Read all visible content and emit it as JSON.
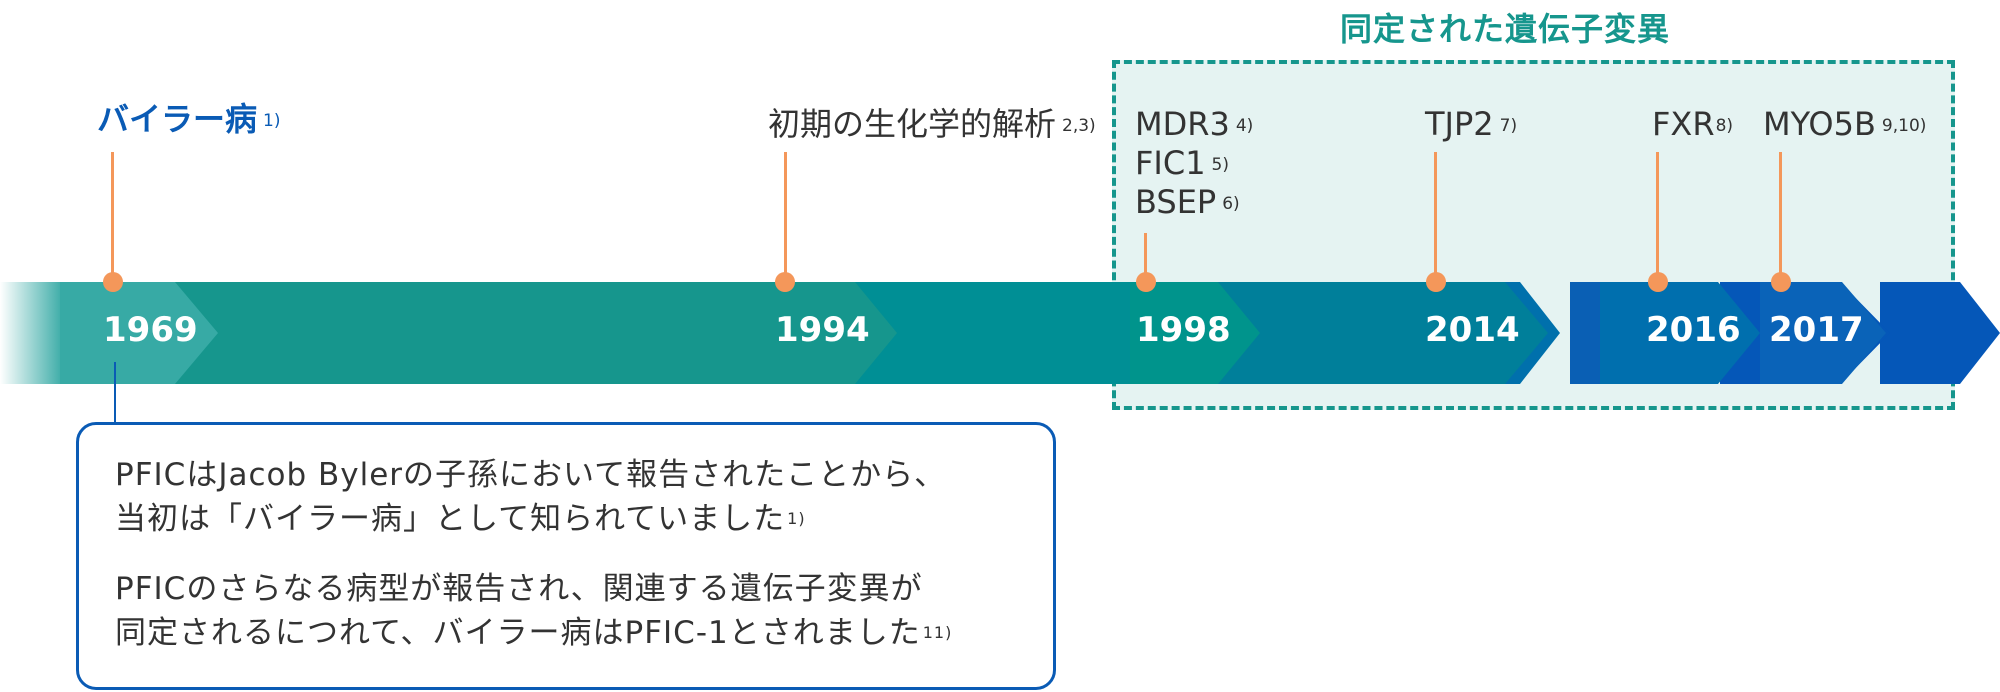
{
  "gene_section": {
    "title": "同定された遺伝子変異"
  },
  "milestones": [
    {
      "year": "1969",
      "label": "バイラー病",
      "ref": "1)"
    },
    {
      "year": "1994",
      "label": "初期の生化学的解析",
      "ref": "2,3)"
    },
    {
      "year": "1998",
      "genes": [
        {
          "label": "MDR3",
          "ref": "4)"
        },
        {
          "label": "FIC1",
          "ref": "5)"
        },
        {
          "label": "BSEP",
          "ref": "6)"
        }
      ]
    },
    {
      "year": "2014",
      "label": "TJP2",
      "ref": "7)"
    },
    {
      "year": "2016",
      "label": "FXR",
      "ref": "8)"
    },
    {
      "year": "2017",
      "label": "MYO5B",
      "ref": "9,10)"
    }
  ],
  "note": {
    "paragraph1": {
      "line1": "PFICはJacob Bylerの子孫において報告されたことから、",
      "line2": "当初は「バイラー病」として知られていました",
      "ref": "1)"
    },
    "paragraph2": {
      "line1": "PFICのさらなる病型が報告され、関連する遺伝子変異が",
      "line2": "同定されるにつれて、バイラー病はPFIC-1とされました",
      "ref": "11)"
    }
  },
  "colors": {
    "teal": "#16968d",
    "teal_light": "#37aaa5",
    "blue": "#0a5bb5",
    "orange": "#f4975a",
    "gene_box_bg": "#e5f3f2"
  }
}
